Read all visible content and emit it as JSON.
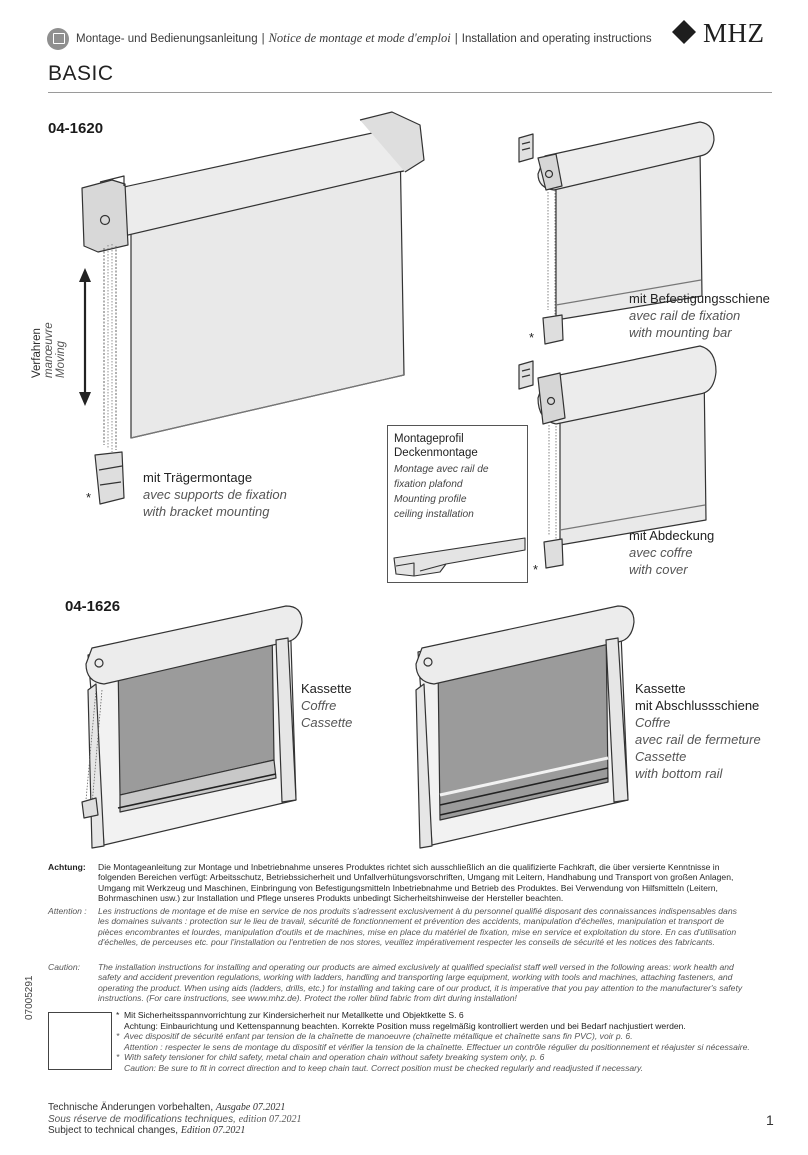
{
  "header": {
    "line_de": "Montage- und Bedienungsanleitung",
    "line_fr": "Notice de montage et mode d'emploi",
    "line_en": "Installation and operating instructions",
    "separator": "|",
    "logo": "MHZ",
    "icon": "manual-book-icon"
  },
  "title": "BASIC",
  "models": {
    "top": "04-1620",
    "bottom": "04-1626"
  },
  "moving_label": {
    "de": "Verfahren",
    "fr": "manœuvre",
    "en": "Moving"
  },
  "captions": {
    "bracket": {
      "de": "mit Trägermontage",
      "fr": "avec supports de fixation",
      "en": "with bracket mounting"
    },
    "mounting_bar": {
      "de": "mit Befestigungsschiene",
      "fr": "avec rail de fixation",
      "en": "with mounting bar"
    },
    "cover": {
      "de": "mit Abdeckung",
      "fr": "avec coffre",
      "en": "with cover"
    },
    "cassette": {
      "de": "Kassette",
      "fr": "Coffre",
      "en": "Cassette"
    },
    "cassette_rail": {
      "de1": "Kassette",
      "de2": "mit Abschlussschiene",
      "fr1": "Coffre",
      "fr2": "avec rail de fermeture",
      "en1": "Cassette",
      "en2": "with bottom rail"
    }
  },
  "mounting_profile": {
    "de1": "Montageprofil",
    "de2": "Deckenmontage",
    "fr1": "Montage avec rail de",
    "fr2": "fixation plafond",
    "en1": "Mounting profile",
    "en2": "ceiling installation"
  },
  "star": "*",
  "warnings": {
    "de_label": "Achtung:",
    "de_text": "Die Montageanleitung zur Montage und Inbetriebnahme unseres Produktes richtet sich ausschließlich an die qualifizierte Fachkraft, die über versierte Kenntnisse in folgenden Bereichen verfügt: Arbeitsschutz, Betriebssicherheit und Unfallverhütungsvorschriften, Umgang mit Leitern, Handhabung und Transport von großen Anlagen, Umgang mit Werkzeug und Maschinen, Einbringung von Befestigungsmitteln Inbetriebnahme und Betrieb des Produktes. Bei Verwendung von Hilfsmitteln (Leitern, Bohrmaschinen usw.) zur Installation und Pflege unseres Produkts unbedingt Sicherheitshinweise der Hersteller beachten.",
    "fr_label": "Attention :",
    "fr_text": "Les instructions de montage et de mise en service de nos produits s'adressent exclusivement à du personnel qualifié disposant des connaissances indispensables dans les domaines suivants : protection sur le lieu de travail, sécurité de fonctionnement et prévention des accidents, manipulation d'échelles, manipulation et transport de pièces encombrantes et lourdes, manipulation d'outils et de machines, mise en place du matériel de fixation, mise en service et exploitation du store. En cas d'utilisation d'échelles, de perceuses etc. pour l'installation ou l'entretien de nos stores, veuillez impérativement respecter les conseils de sécurité et les notices des fabricants.",
    "en_label": "Caution:",
    "en_text": "The installation instructions for installing and operating our products are aimed exclusively at qualified specialist staff well versed in the following areas: work health and safety and accident prevention regulations, working with ladders, handling and transporting large equipment, working with tools and machines, attaching fasteners, and operating the product. When using aids (ladders, drills, etc.) for installing and taking care of our product, it is imperative that you pay attention to the manufacturer's safety instructions. (For care instructions, see www.mhz.de). Protect the roller blind fabric from dirt during installation!"
  },
  "doc_number": "07005291",
  "child_safety": {
    "de1": "Mit Sicherheitsspannvorrichtung zur Kindersicherheit nur Metallkette und Objektkette S. 6",
    "de2": "Achtung: Einbaurichtung und Kettenspannung beachten. Korrekte Position muss regelmäßig kontrolliert werden und bei Bedarf nachjustiert werden.",
    "fr1": "Avec dispositif de sécurité enfant par tension de la chaînette de manoeuvre (chaînette métallique et chaînette sans fin PVC), voir p. 6.",
    "fr2": "Attention : respecter le sens de montage du dispositif et vérifier la tension de la chaînette. Effectuer un contrôle régulier du positionnement et réajuster si nécessaire.",
    "en1": "With safety tensioner for child safety, metal chain and operation chain without safety breaking system only, p. 6",
    "en2": "Caution: Be sure to fit in correct direction and to keep chain taut. Correct position must be checked regularly and readjusted if necessary.",
    "icon": "child-safety-warning-icon"
  },
  "footer": {
    "de": "Technische Änderungen vorbehalten,",
    "de_ed": "Ausgabe 07.2021",
    "fr": "Sous réserve de modifications techniques,",
    "fr_ed": "edition 07.2021",
    "en": "Subject to technical changes,",
    "en_ed": "Edition 07.2021",
    "page": "1"
  },
  "colors": {
    "fabric_light": "#e9e9e9",
    "fabric_dark": "#9b9b9b",
    "outline": "#333333",
    "rule": "#9a9a9a"
  }
}
